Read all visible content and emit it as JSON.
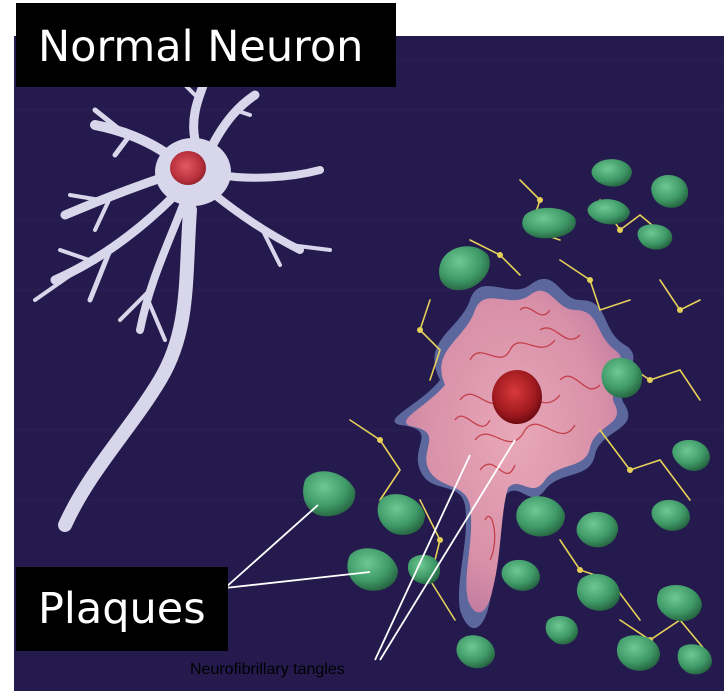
{
  "labels": {
    "normal_neuron": "Normal Neuron",
    "plaques": "Plaques",
    "tangles": "Neurofibrillary tangles"
  },
  "colors": {
    "background": "#241a4d",
    "plaque_fill": "#3f9a68",
    "neuron_body": "#d8d6ea",
    "nucleus": "#c8404c",
    "tangle_red": "#c0303a",
    "fiber_yellow": "#e6d05a",
    "label_box": "#000000",
    "label_text": "#ffffff"
  }
}
